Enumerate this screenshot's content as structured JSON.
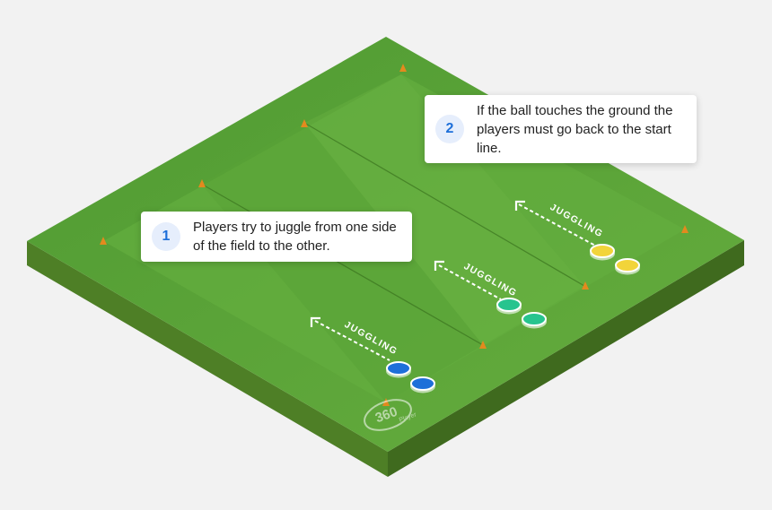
{
  "colors": {
    "background": "#f2f2f2",
    "grass_top": "#5ea43a",
    "grass_side_left": "#4e7f26",
    "grass_side_right": "#3f6a1e",
    "cone": "#e38a1e",
    "blue": "#1e6fd9",
    "teal": "#27c48e",
    "yellow": "#f2d43a",
    "badge_bg": "#e6eefc",
    "badge_text": "#1e6fd9"
  },
  "callouts": [
    {
      "number": "1",
      "text": "Players try to juggle from one side of the field to the other."
    },
    {
      "number": "2",
      "text": "If the ball touches the ground the players must go back to the start line."
    }
  ],
  "lane_label": "JUGGLING",
  "lanes": [
    {
      "color_name": "blue",
      "label": "JUGGLING"
    },
    {
      "color_name": "teal",
      "label": "JUGGLING"
    },
    {
      "color_name": "yellow",
      "label": "JUGGLING"
    }
  ],
  "logo": {
    "number": "360",
    "word": "Player"
  },
  "icons": [
    "cone-icon",
    "arrow-left-icon",
    "player-marker-icon"
  ]
}
